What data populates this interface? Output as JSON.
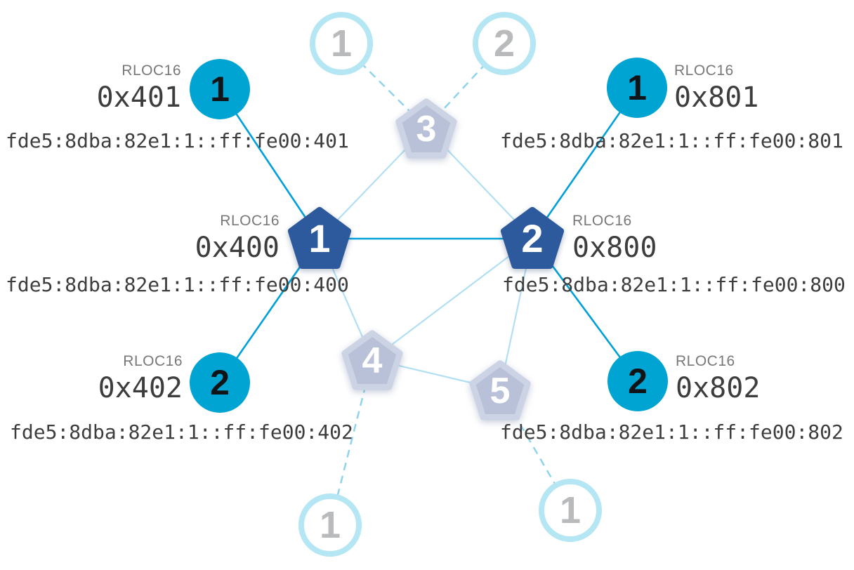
{
  "labels": {
    "rloc16": "RLOC16"
  },
  "colors": {
    "router_active_fill": "#2d5a9d",
    "router_inactive_fill": "#b8c1d8",
    "router_inactive_border": "#ccd3e4",
    "child_active_fill": "#00a4d2",
    "child_detached_border": "#b4e6f4",
    "detached_number_text": "#b9babc",
    "link_active": "#00a0d8",
    "link_faded": "#b2dff4",
    "link_dashed": "#8fd4ec",
    "caption_text": "#787878",
    "value_text": "#3d3d3d"
  },
  "nodes": {
    "routers": [
      {
        "label": "1",
        "rloc16": "0x400",
        "ipv6": "fde5:8dba:82e1:1::ff:fe00:400",
        "state": "active"
      },
      {
        "label": "2",
        "rloc16": "0x800",
        "ipv6": "fde5:8dba:82e1:1::ff:fe00:800",
        "state": "active"
      },
      {
        "label": "3",
        "state": "inactive"
      },
      {
        "label": "4",
        "state": "inactive"
      },
      {
        "label": "5",
        "state": "inactive"
      }
    ],
    "children": [
      {
        "label": "1",
        "rloc16": "0x401",
        "ipv6": "fde5:8dba:82e1:1::ff:fe00:401",
        "state": "attached"
      },
      {
        "label": "2",
        "rloc16": "0x402",
        "ipv6": "fde5:8dba:82e1:1::ff:fe00:402",
        "state": "attached"
      },
      {
        "label": "1",
        "rloc16": "0x801",
        "ipv6": "fde5:8dba:82e1:1::ff:fe00:801",
        "state": "attached"
      },
      {
        "label": "2",
        "rloc16": "0x802",
        "ipv6": "fde5:8dba:82e1:1::ff:fe00:802",
        "state": "attached"
      },
      {
        "label": "1",
        "state": "detached"
      },
      {
        "label": "2",
        "state": "detached"
      },
      {
        "label": "1",
        "state": "detached"
      },
      {
        "label": "1",
        "state": "detached"
      }
    ]
  },
  "links": [
    {
      "from": "router-1",
      "to": "router-2",
      "type": "active"
    },
    {
      "from": "router-1",
      "to": "child-401",
      "type": "active"
    },
    {
      "from": "router-1",
      "to": "child-402",
      "type": "active"
    },
    {
      "from": "router-2",
      "to": "child-801",
      "type": "active"
    },
    {
      "from": "router-2",
      "to": "child-802",
      "type": "active"
    },
    {
      "from": "router-1",
      "to": "router-3",
      "type": "faded"
    },
    {
      "from": "router-2",
      "to": "router-3",
      "type": "faded"
    },
    {
      "from": "router-1",
      "to": "router-4",
      "type": "faded"
    },
    {
      "from": "router-2",
      "to": "router-4",
      "type": "faded"
    },
    {
      "from": "router-2",
      "to": "router-5",
      "type": "faded"
    },
    {
      "from": "router-4",
      "to": "router-5",
      "type": "faded"
    },
    {
      "from": "child-t1",
      "to": "router-3",
      "type": "dashed"
    },
    {
      "from": "child-t2",
      "to": "router-3",
      "type": "dashed"
    },
    {
      "from": "router-4",
      "to": "child-b1",
      "type": "dashed"
    },
    {
      "from": "router-5",
      "to": "child-b2",
      "type": "dashed"
    }
  ]
}
